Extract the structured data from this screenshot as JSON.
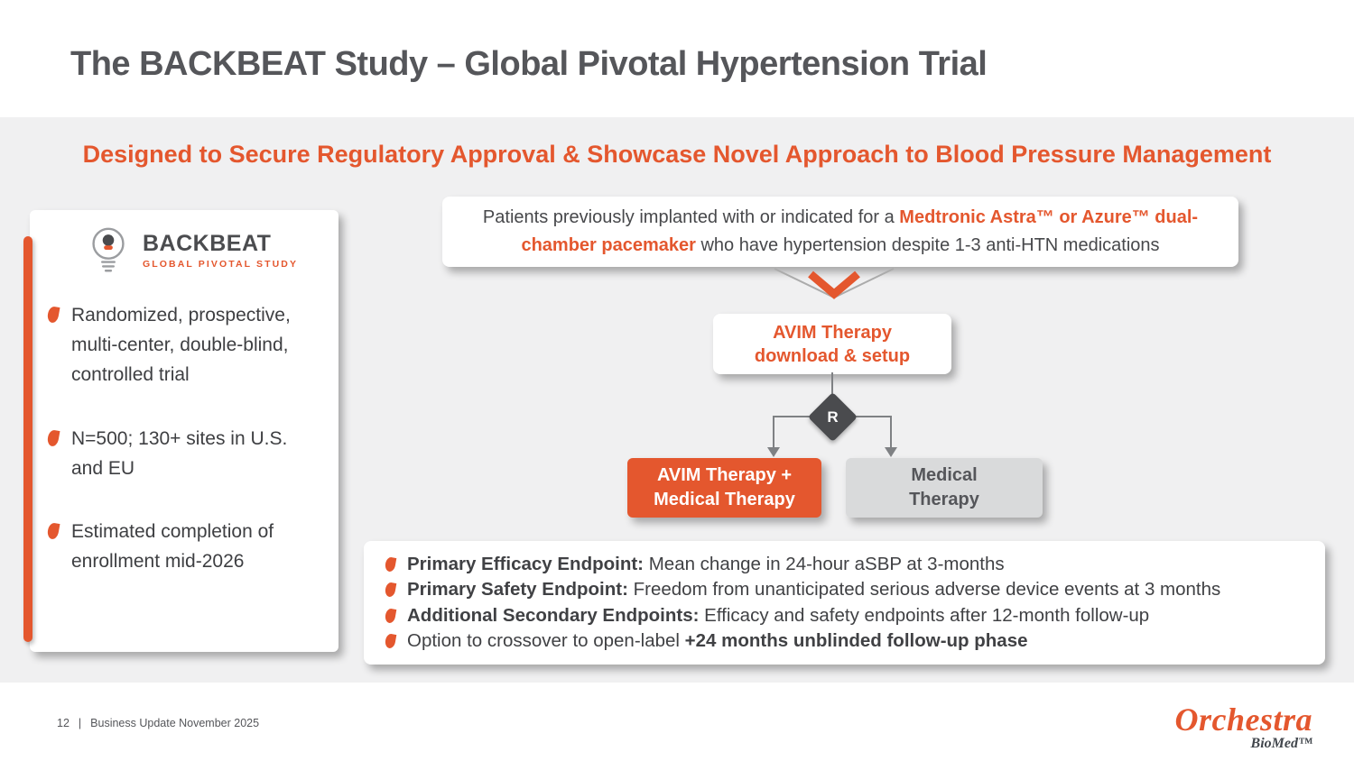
{
  "colors": {
    "accent_orange": "#e4572e",
    "title_gray": "#55565a",
    "panel_gray": "#f0f0f1",
    "arm_gray": "#d9dadb",
    "diamond_gray": "#4a4b4e"
  },
  "slide": {
    "title": "The BACKBEAT Study – Global Pivotal Hypertension Trial",
    "subtitle": "Designed to Secure Regulatory Approval & Showcase Novel Approach to Blood Pressure Management"
  },
  "study_card": {
    "brand": "BACKBEAT",
    "brand_tagline": "GLOBAL PIVOTAL STUDY",
    "bullets": [
      "Randomized, prospective, multi-center, double-blind, controlled trial",
      "N=500; 130+ sites in U.S. and EU",
      "Estimated completion of enrollment mid-2026"
    ]
  },
  "flow": {
    "patients": {
      "seg1": "Patients previously implanted with or indicated for a ",
      "seg2": "Medtronic Astra™ or Azure™ dual-chamber pacemaker",
      "seg3": " who have hypertension despite 1-3 anti-HTN medications"
    },
    "setup_line1": "AVIM Therapy",
    "setup_line2": "download & setup",
    "randomization": "R",
    "arm_left": "AVIM Therapy + Medical Therapy",
    "arm_right": "Medical Therapy"
  },
  "endpoints": [
    {
      "bold": "Primary Efficacy Endpoint:",
      "text": " Mean change in 24-hour aSBP at 3-months"
    },
    {
      "bold": "Primary Safety Endpoint:",
      "text": " Freedom from unanticipated serious adverse device events at 3 months"
    },
    {
      "bold": "Additional Secondary Endpoints:",
      "text": " Efficacy and safety endpoints after 12-month follow-up"
    },
    {
      "text": "Option to crossover to open-label ",
      "bold_tail": "+24 months unblinded follow-up phase"
    }
  ],
  "footer": {
    "page": "12",
    "divider": "|",
    "label": "Business Update November 2025"
  },
  "brand_logo": {
    "name": "Orchestra",
    "sub": "BioMed™"
  }
}
